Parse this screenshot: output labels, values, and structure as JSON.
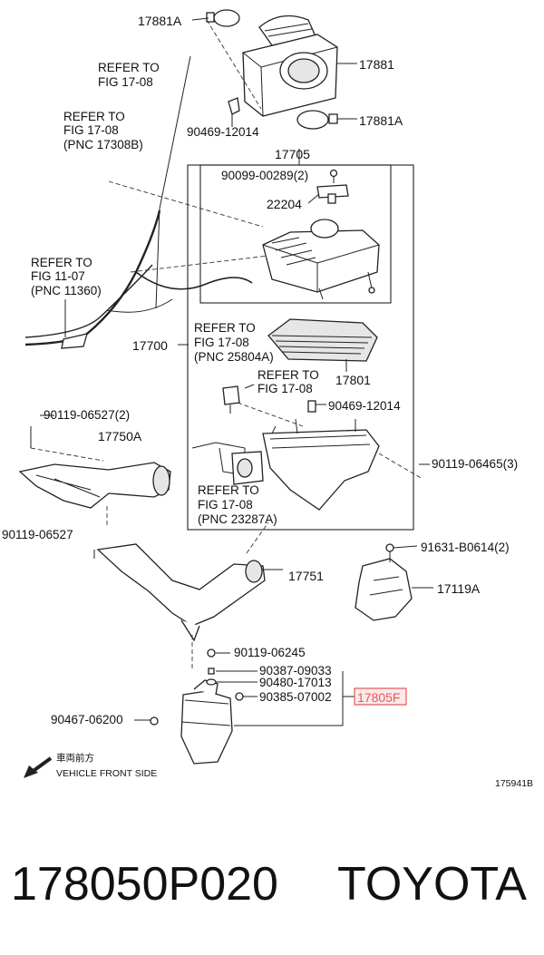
{
  "callouts": {
    "p17881a_top": "17881A",
    "p17881": "17881",
    "p17881a_right": "17881A",
    "p90469_12014_a": "90469-12014",
    "p17705": "17705",
    "p90099": "90099-00289(2)",
    "p22204": "22204",
    "p17700": "17700",
    "p17801": "17801",
    "p90469_12014_b": "90469-12014",
    "p90119_06527_2": "90119-06527(2)",
    "p17750a": "17750A",
    "p90119_06465_3": "90119-06465(3)",
    "p90119_06527": "90119-06527",
    "p17751": "17751",
    "p91631": "91631-B0614(2)",
    "p17119a": "17119A",
    "p90119_06245": "90119-06245",
    "p90387": "90387-09033",
    "p90480": "90480-17013",
    "p90385": "90385-07002",
    "p17805f": "17805F",
    "p90467": "90467-06200"
  },
  "refs": {
    "r1": [
      "REFER TO",
      "FIG 17-08"
    ],
    "r2": [
      "REFER TO",
      "FIG 17-08",
      "(PNC 17308B)"
    ],
    "r3": [
      "REFER TO",
      "FIG 11-07",
      "(PNC 11360)"
    ],
    "r4": [
      "REFER TO",
      "FIG 17-08",
      "(PNC 25804A)"
    ],
    "r5": [
      "REFER TO",
      "FIG 17-08"
    ],
    "r6": [
      "REFER TO",
      "FIG 17-08",
      "(PNC 23287A)"
    ]
  },
  "direction": {
    "jp": "車両前方",
    "en": "VEHICLE FRONT SIDE"
  },
  "figure_id": "175941B",
  "footer": {
    "part_number": "178050P020",
    "brand": "TOYOTA"
  },
  "colors": {
    "highlight_fill": "#fde8e8",
    "highlight_text": "#e05a5a"
  }
}
